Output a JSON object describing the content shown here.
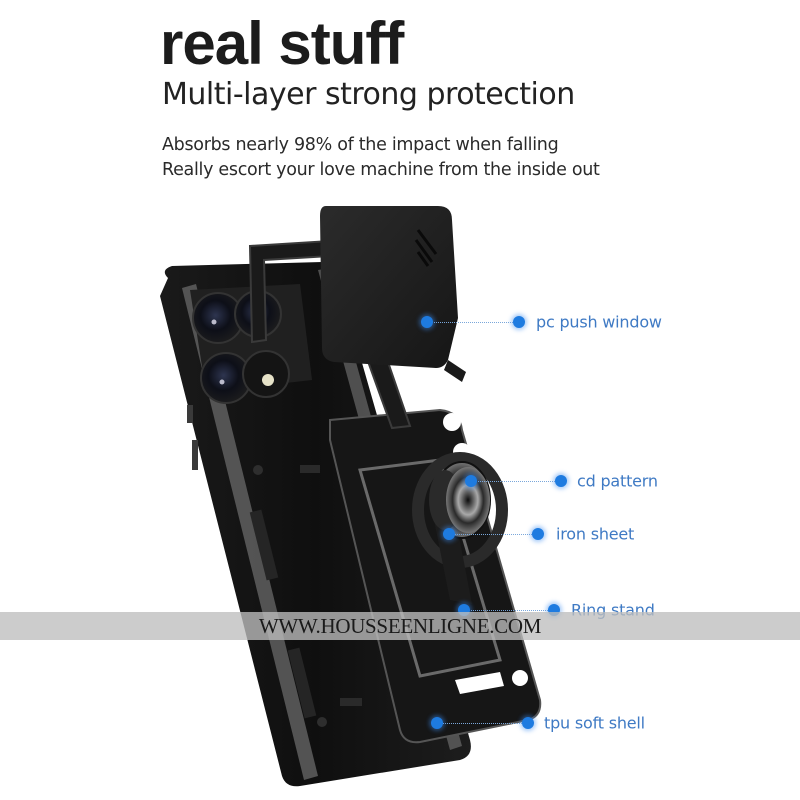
{
  "header": {
    "headline": "real stuff",
    "subheadline": "Multi-layer strong protection",
    "lines": [
      "Absorbs nearly 98% of the impact when falling",
      "Really escort your love machine from the inside out"
    ]
  },
  "callouts": [
    {
      "label": "pc push window"
    },
    {
      "label": "cd pattern"
    },
    {
      "label": "iron sheet"
    },
    {
      "label": "Ring stand"
    },
    {
      "label": "tpu soft shell"
    }
  ],
  "colors": {
    "accent_dot": "#1e7be0",
    "label_text": "#3f7ac4",
    "case_black": "#141414",
    "case_gray": "#6b6b6b"
  },
  "watermark": {
    "text": "WWW.HOUSSEENLIGNE.COM"
  }
}
